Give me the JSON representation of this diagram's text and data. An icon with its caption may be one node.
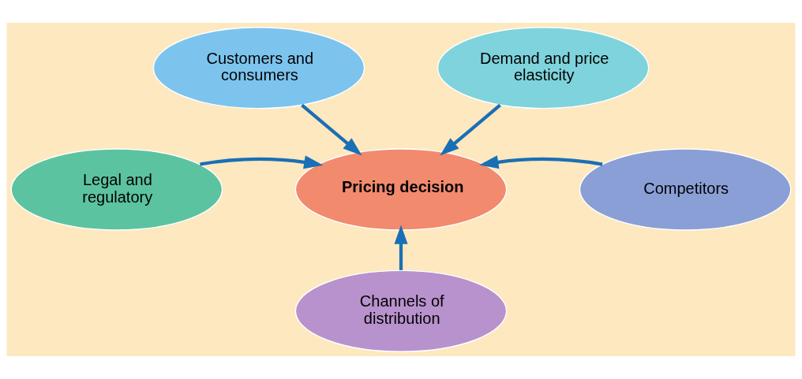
{
  "diagram": {
    "nodes": [
      {
        "text": [
          "Customers and consumers"
        ]
      },
      {
        "text": [
          "Demand and price elasticity"
        ]
      },
      {
        "text": [
          "Pricing decision"
        ]
      },
      {
        "text": [
          "Legal and regulatory"
        ]
      },
      {
        "text": [
          "Competitors"
        ]
      },
      {
        "text": [
          "Channels of distribution"
        ]
      }
    ],
    "edges": [
      {
        "from": 0,
        "to": 2,
        "arrow": "to"
      },
      {
        "from": 1,
        "to": 2,
        "arrow": "to"
      },
      {
        "from": 3,
        "to": 2,
        "arrow": "to"
      },
      {
        "from": 4,
        "to": 2,
        "arrow": "to"
      },
      {
        "from": 5,
        "to": 2,
        "arrow": "to"
      }
    ]
  }
}
